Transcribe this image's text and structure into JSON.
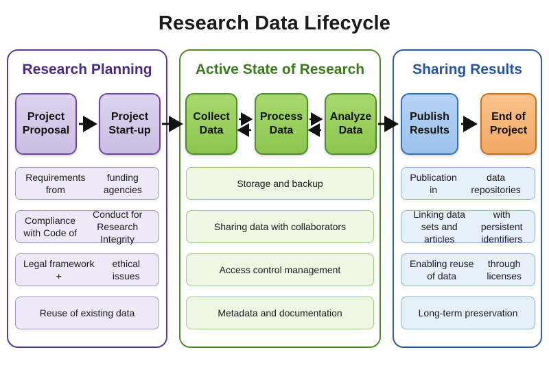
{
  "title": "Research Data Lifecycle",
  "phases": {
    "planning": {
      "heading": "Research Planning",
      "steps": [
        "Project\nProposal",
        "Project\nStart-up"
      ],
      "items": [
        {
          "l1": "Requirements from",
          "l2": "funding agencies"
        },
        {
          "l1": "Compliance with Code of",
          "l2": "Conduct for Research Integrity"
        },
        {
          "l1": "Legal framework +",
          "l2": "ethical issues"
        },
        {
          "l1": "Reuse of existing data",
          "l2": ""
        }
      ]
    },
    "active": {
      "heading": "Active State of Research",
      "steps": [
        "Collect\nData",
        "Process\nData",
        "Analyze\nData"
      ],
      "items": [
        {
          "l1": "Storage and backup",
          "l2": ""
        },
        {
          "l1": "Sharing data with collaborators",
          "l2": ""
        },
        {
          "l1": "Access control management",
          "l2": ""
        },
        {
          "l1": "Metadata and documentation",
          "l2": ""
        }
      ]
    },
    "sharing": {
      "heading": "Sharing Results",
      "steps": [
        "Publish\nResults",
        "End of\nProject"
      ],
      "items": [
        {
          "l1": "Publication in",
          "l2": "data repositories"
        },
        {
          "l1": "Linking data sets and articles",
          "l2": "with persistent identifiers"
        },
        {
          "l1": "Enabling reuse of data",
          "l2": "through licenses"
        },
        {
          "l1": "Long-term preservation",
          "l2": ""
        }
      ]
    }
  },
  "colors": {
    "planning": "#5b3a8e",
    "active": "#4f8a2f",
    "sharing": "#2c5a9c",
    "end": "#f2a864",
    "arrow": "#111111"
  }
}
